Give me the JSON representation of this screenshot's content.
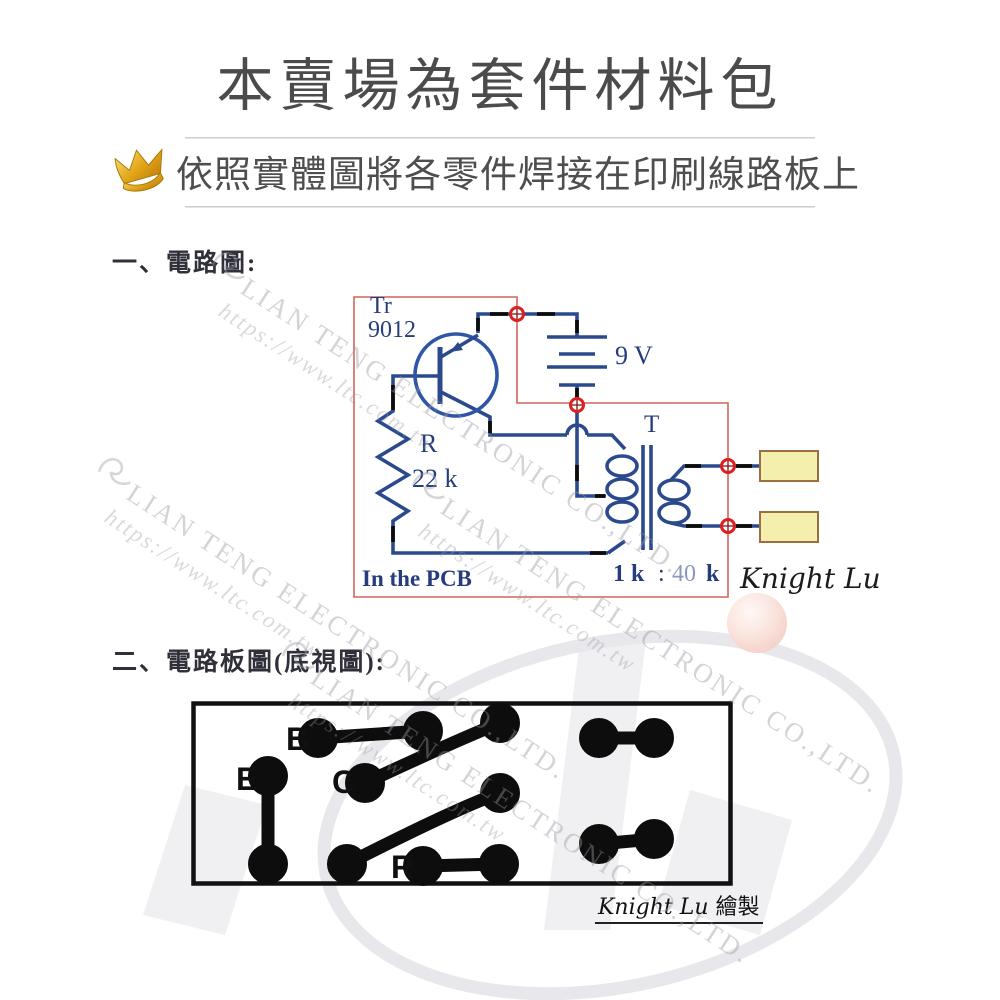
{
  "header": {
    "title": "本賣場為套件材料包",
    "subtitle": "依照實體圖將各零件焊接在印刷線路板上"
  },
  "section1": {
    "heading": "一、電路圖:"
  },
  "section2": {
    "heading": "二、電路板圖(底視圖):"
  },
  "circuit": {
    "transistor_label": "Tr",
    "transistor_model": "9012",
    "battery_label": "9 V",
    "resistor_label": "R",
    "resistor_value": "22 k",
    "transformer_label": "T",
    "ratio_left": "1 k",
    "ratio_colon": ":",
    "ratio_num": "40",
    "ratio_unit": "k",
    "pcb_note": "In the PCB",
    "signature": "Knight Lu",
    "colors": {
      "wire": "#2b4a8e",
      "pcb_outline": "#d4645c",
      "node": "#dd1f1f",
      "terminal_fill": "#f5efae",
      "terminal_border": "#9b6f3f",
      "label_text": "#263c7c"
    }
  },
  "pcb": {
    "label_b": "B",
    "label_e": "E",
    "label_c": "C",
    "label_r": "R",
    "signature_latin": "Knight Lu",
    "signature_cjk": "繪製",
    "trace_color": "#0d0d0d"
  },
  "watermark": {
    "company": "LIAN TENG ELECTRONIC CO.,LTD.",
    "url": "https://www.ltc.com.tw"
  }
}
